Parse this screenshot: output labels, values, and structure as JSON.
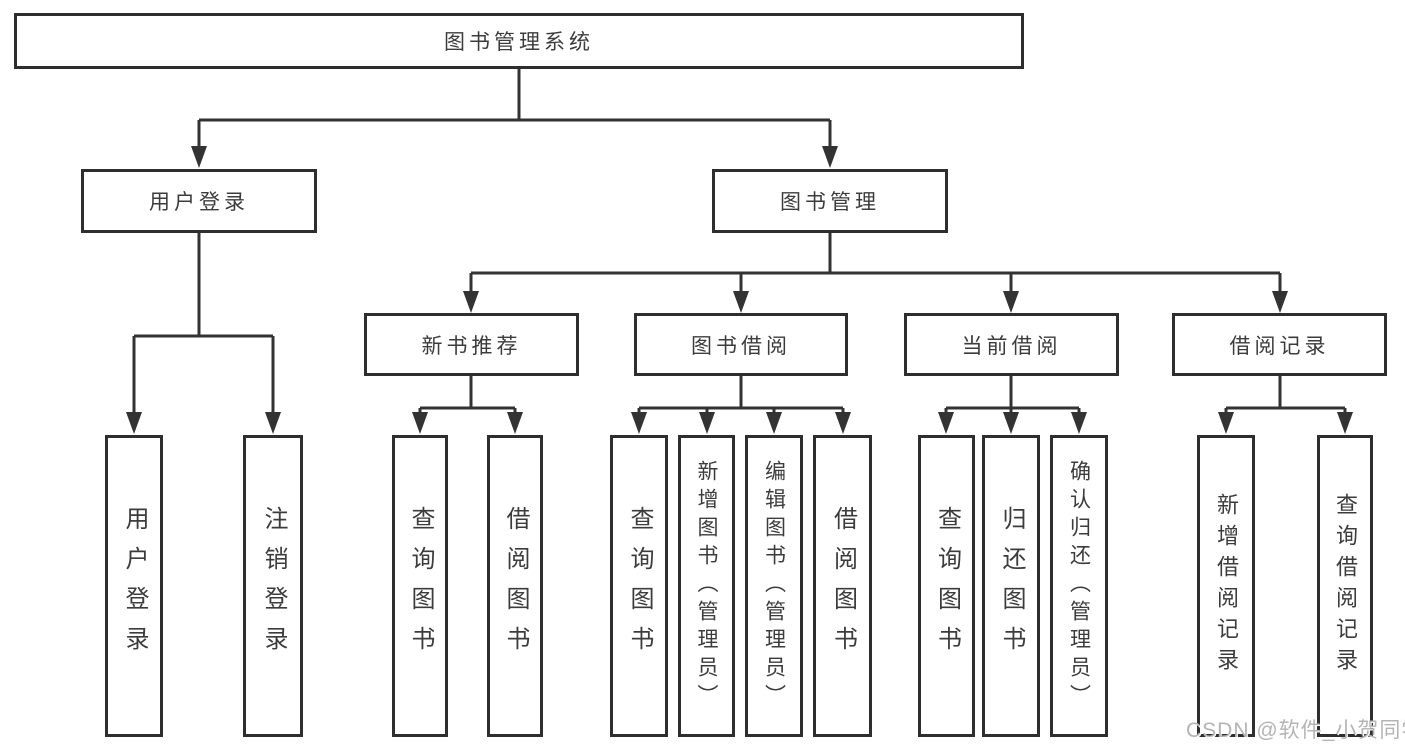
{
  "watermark": "CSDN @软件_小贺同学",
  "colors": {
    "line": "#333333",
    "box_border": "#2e2e2e",
    "text": "#3c3c3c",
    "background": "#ffffff",
    "watermark": "#b4b4b4"
  },
  "tree": {
    "label": "图书管理系统",
    "children": [
      {
        "label": "用户登录",
        "children": [
          {
            "label": "用户登录"
          },
          {
            "label": "注销登录"
          }
        ]
      },
      {
        "label": "图书管理",
        "children": [
          {
            "label": "新书推荐",
            "children": [
              {
                "label": "查询图书"
              },
              {
                "label": "借阅图书"
              }
            ]
          },
          {
            "label": "图书借阅",
            "children": [
              {
                "label": "查询图书"
              },
              {
                "label": "新增图书（管理员）"
              },
              {
                "label": "编辑图书（管理员）"
              },
              {
                "label": "借阅图书"
              }
            ]
          },
          {
            "label": "当前借阅",
            "children": [
              {
                "label": "查询图书"
              },
              {
                "label": "归还图书"
              },
              {
                "label": "确认归还（管理员）"
              }
            ]
          },
          {
            "label": "借阅记录",
            "children": [
              {
                "label": "新增借阅记录"
              },
              {
                "label": "查询借阅记录"
              }
            ]
          }
        ]
      }
    ]
  }
}
